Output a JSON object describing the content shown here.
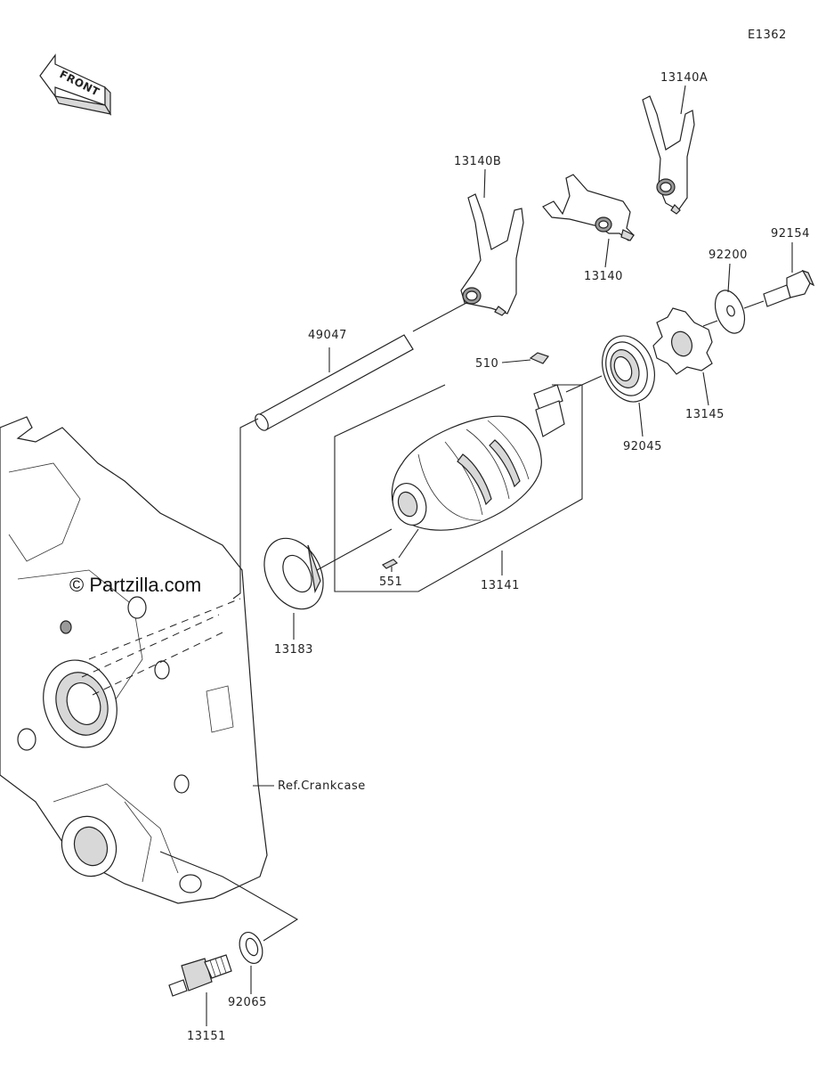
{
  "diagram": {
    "code": "E1362",
    "front_label": "FRONT",
    "watermark": "© Partzilla.com",
    "parts": [
      {
        "id": "13140A",
        "label": "13140A"
      },
      {
        "id": "13140B",
        "label": "13140B"
      },
      {
        "id": "13140",
        "label": "13140"
      },
      {
        "id": "92154",
        "label": "92154"
      },
      {
        "id": "92200",
        "label": "92200"
      },
      {
        "id": "49047",
        "label": "49047"
      },
      {
        "id": "510",
        "label": "510"
      },
      {
        "id": "13145",
        "label": "13145"
      },
      {
        "id": "92045",
        "label": "92045"
      },
      {
        "id": "551",
        "label": "551"
      },
      {
        "id": "13141",
        "label": "13141"
      },
      {
        "id": "13183",
        "label": "13183"
      },
      {
        "id": "ref-crankcase",
        "label": "Ref.Crankcase"
      },
      {
        "id": "92065",
        "label": "92065"
      },
      {
        "id": "13151",
        "label": "13151"
      }
    ]
  }
}
